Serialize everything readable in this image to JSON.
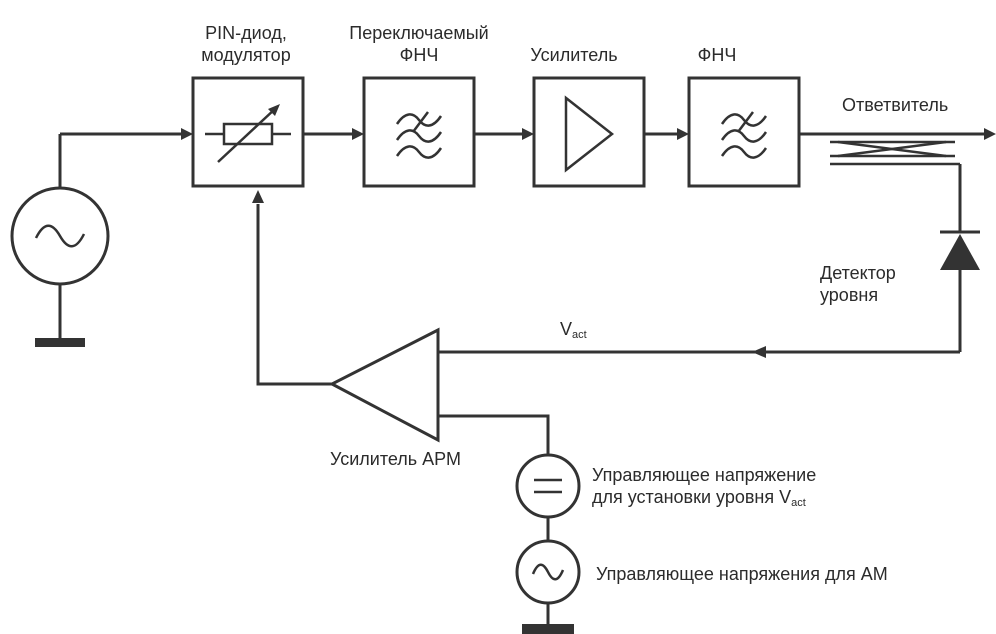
{
  "labels": {
    "pin_modulator_line1": "PIN-диод,",
    "pin_modulator_line2": "модулятор",
    "switchable_lpf_line1": "Переключаемый",
    "switchable_lpf_line2": "ФНЧ",
    "amplifier": "Усилитель",
    "lpf": "ФНЧ",
    "coupler": "Ответвитель",
    "detector_line1": "Детектор",
    "detector_line2": "уровня",
    "vact_main": "V",
    "vact_sub": "act",
    "alc_amplifier": "Усилитель АРМ",
    "control_dc_line1": "Управляющее напряжение",
    "control_dc_line2_prefix": "для установки уровня V",
    "control_dc_line2_sub": "act",
    "control_am": "Управляющее напряжения для АМ"
  },
  "colors": {
    "line": "#333333",
    "text": "#2b2b2b",
    "background": "#ffffff"
  }
}
